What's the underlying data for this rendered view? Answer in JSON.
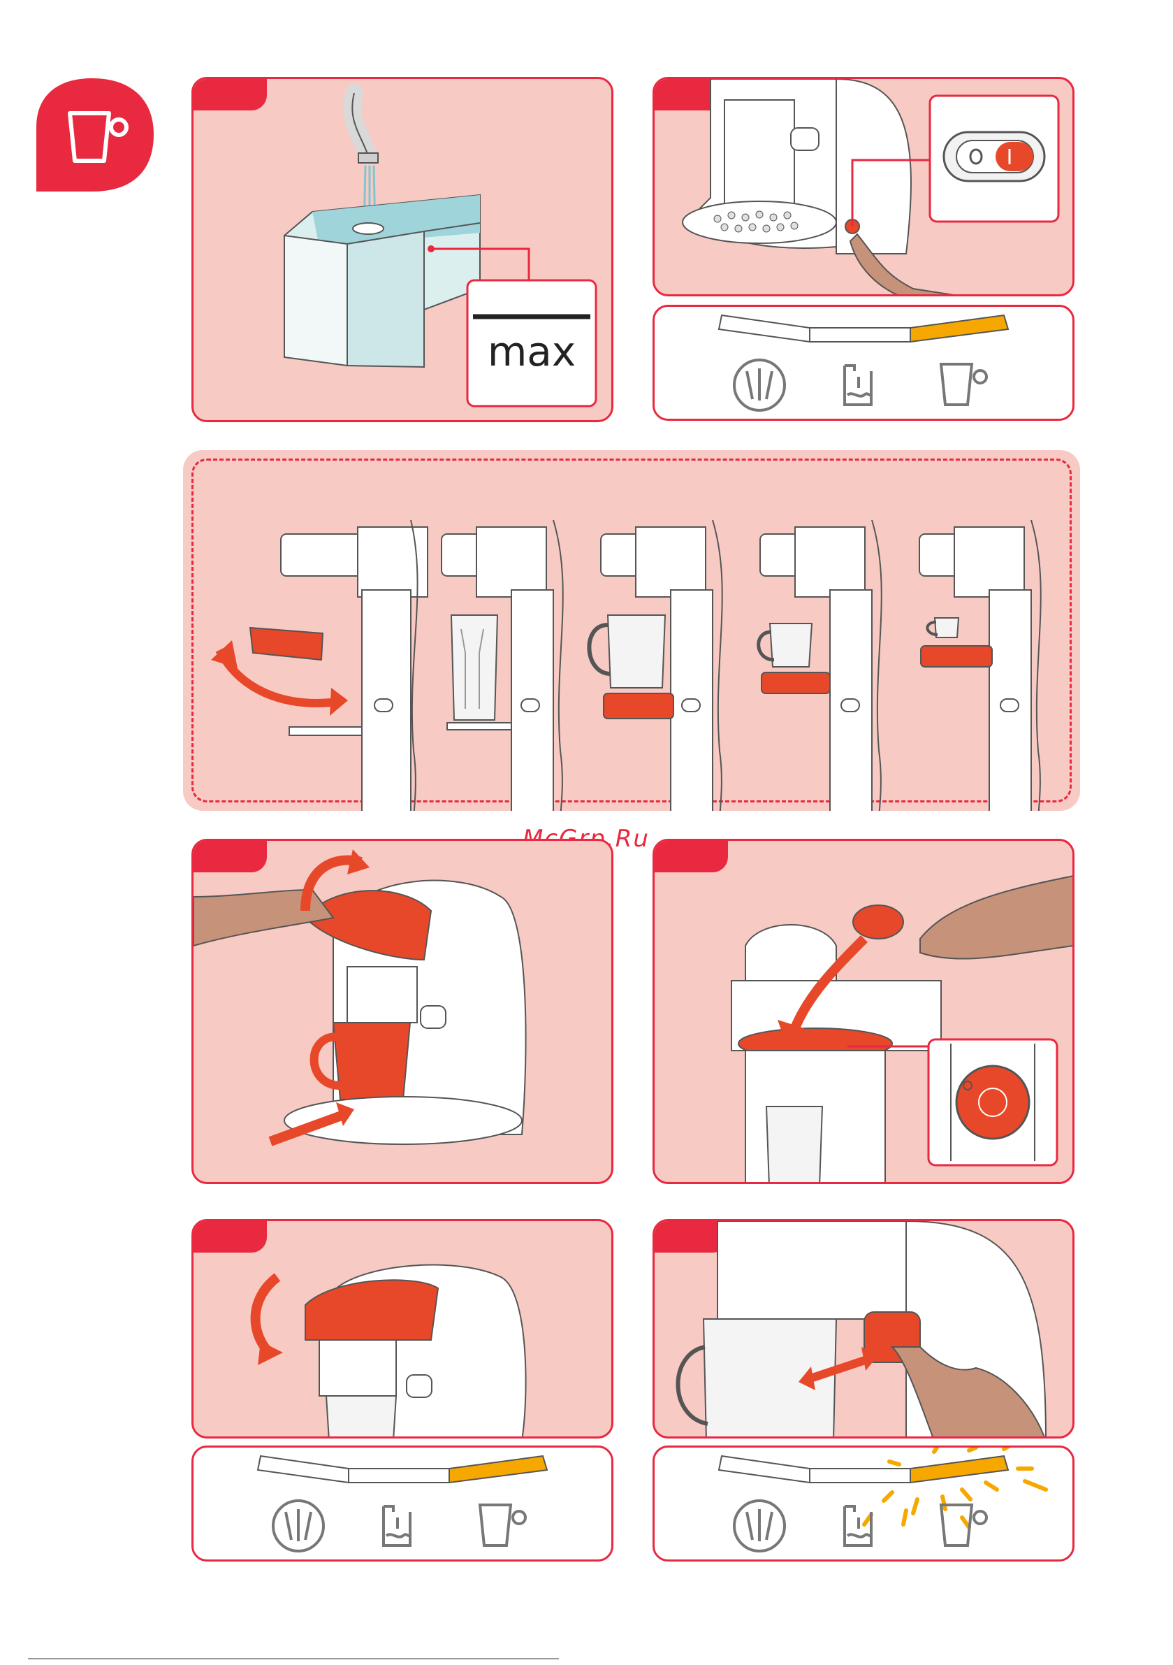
{
  "watermark": "McGrp.Ru",
  "step1": {
    "max_label": "max"
  },
  "colors": {
    "brand_red": "#e8293f",
    "panel_pink": "#f7cbc4",
    "indicator_amber": "#f6a800",
    "orange": "#e8482a",
    "water": "#8ecfd6"
  },
  "icons": {
    "header": "cup-icon",
    "indicator_1": "clean-icon",
    "indicator_2": "water-tank-icon",
    "indicator_3": "cup-icon"
  },
  "indicators": [
    {
      "id": "indicator-strip-top",
      "lit_segment": 3,
      "flashing": false
    },
    {
      "id": "indicator-strip-bottom-left",
      "lit_segment": 3,
      "flashing": false
    },
    {
      "id": "indicator-strip-bottom-right",
      "lit_segment": 3,
      "flashing": true
    }
  ]
}
